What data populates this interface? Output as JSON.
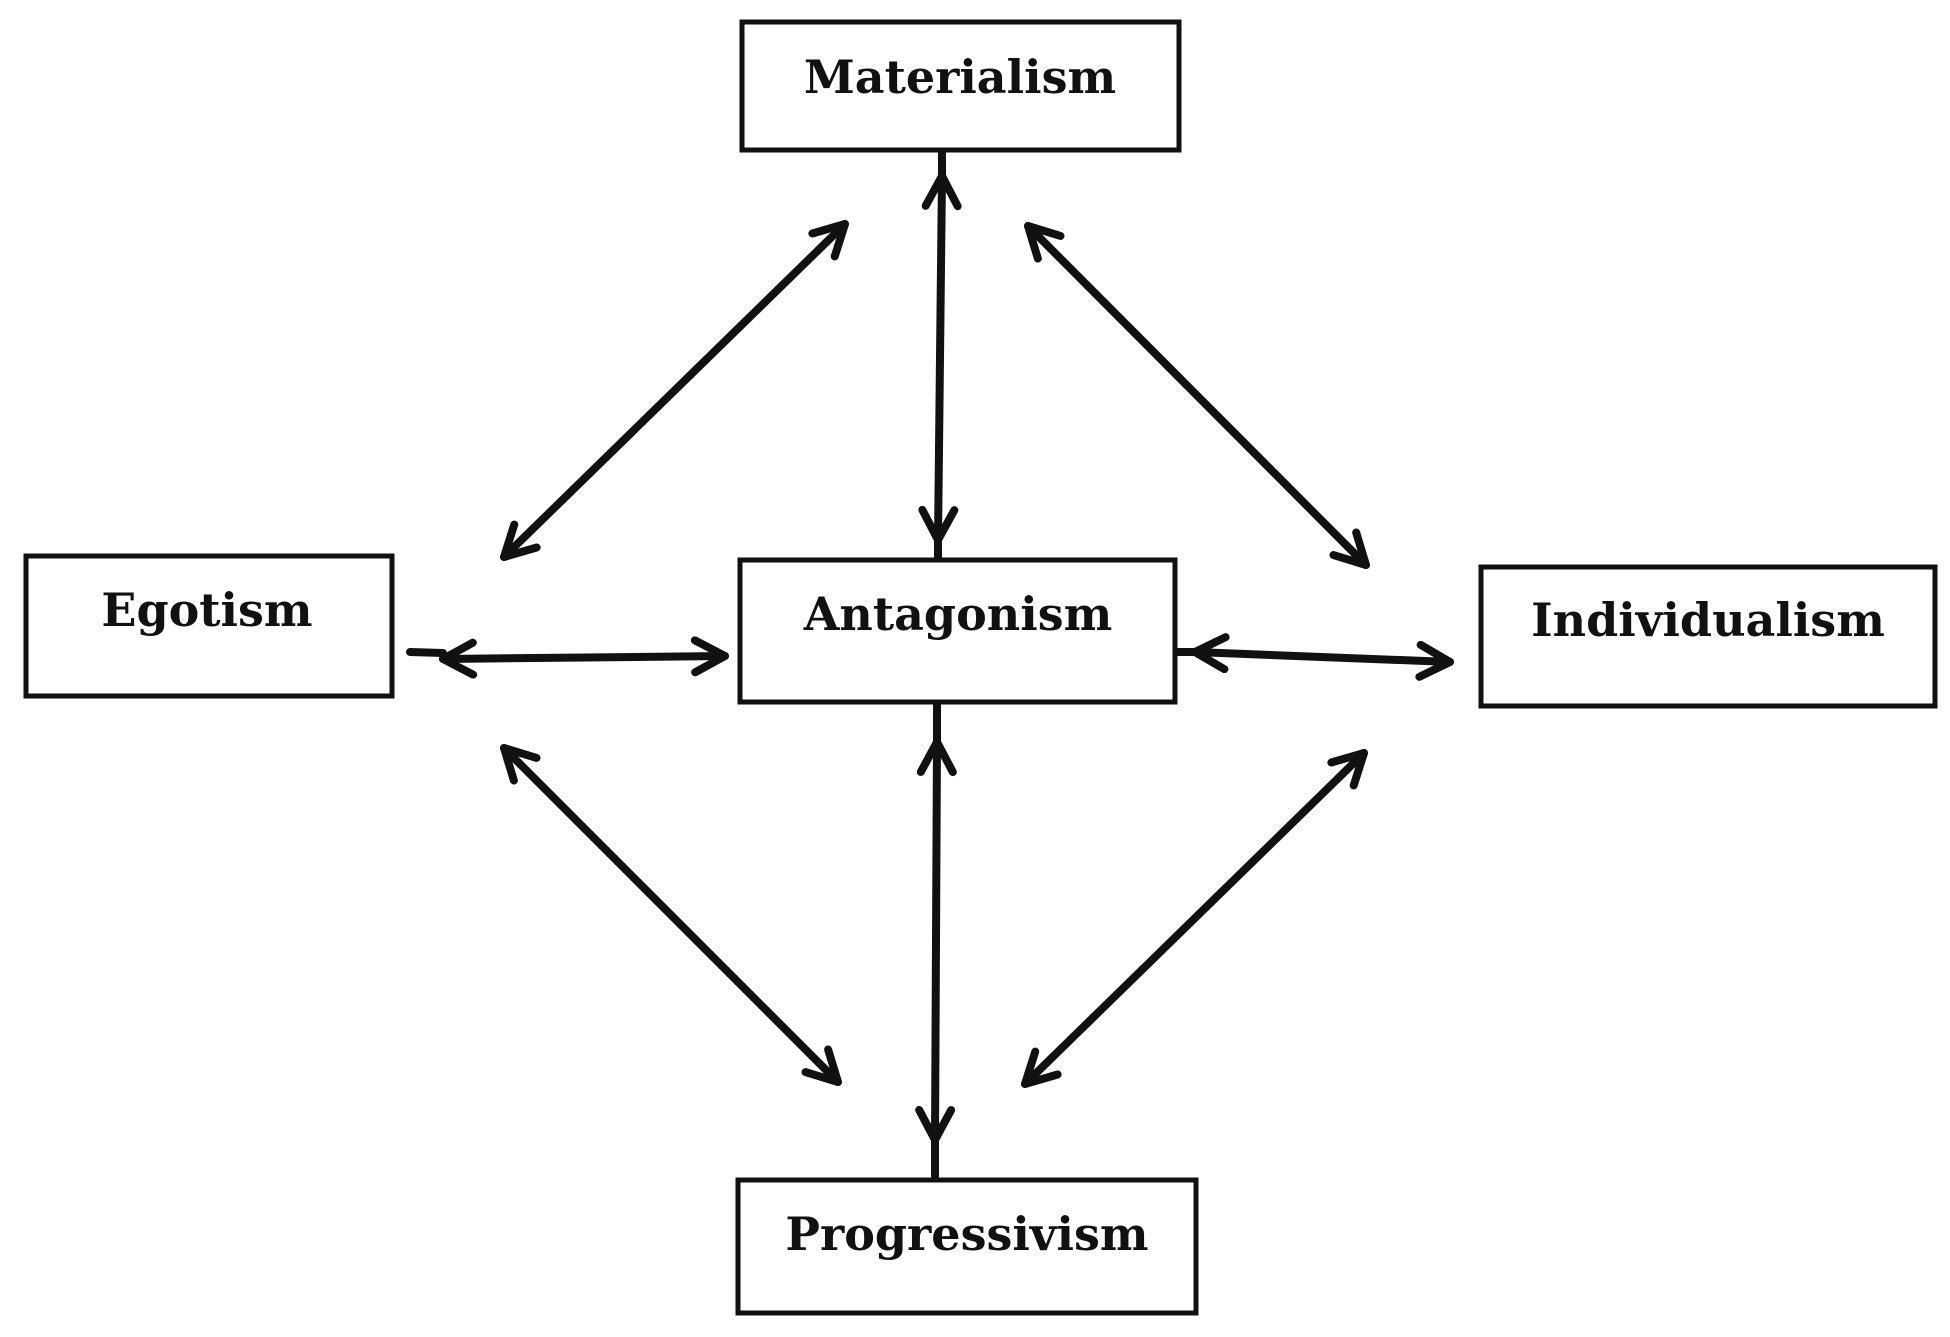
{
  "diagram": {
    "nodes": [
      {
        "id": "materialism",
        "label": "Materialism"
      },
      {
        "id": "egotism",
        "label": "Egotism"
      },
      {
        "id": "antagonism",
        "label": "Antagonism"
      },
      {
        "id": "individualism",
        "label": "Individualism"
      },
      {
        "id": "progressivism",
        "label": "Progressivism"
      }
    ],
    "connections": [
      {
        "from": "materialism",
        "to": "antagonism",
        "direction": "both"
      },
      {
        "from": "materialism",
        "to": "egotism",
        "direction": "both"
      },
      {
        "from": "materialism",
        "to": "individualism",
        "direction": "both"
      },
      {
        "from": "egotism",
        "to": "antagonism",
        "direction": "both"
      },
      {
        "from": "antagonism",
        "to": "individualism",
        "direction": "both"
      },
      {
        "from": "antagonism",
        "to": "progressivism",
        "direction": "both"
      },
      {
        "from": "egotism",
        "to": "progressivism",
        "direction": "both"
      },
      {
        "from": "individualism",
        "to": "progressivism",
        "direction": "both"
      }
    ],
    "colors": {
      "stroke": "#111111",
      "background": "#ffffff"
    }
  }
}
